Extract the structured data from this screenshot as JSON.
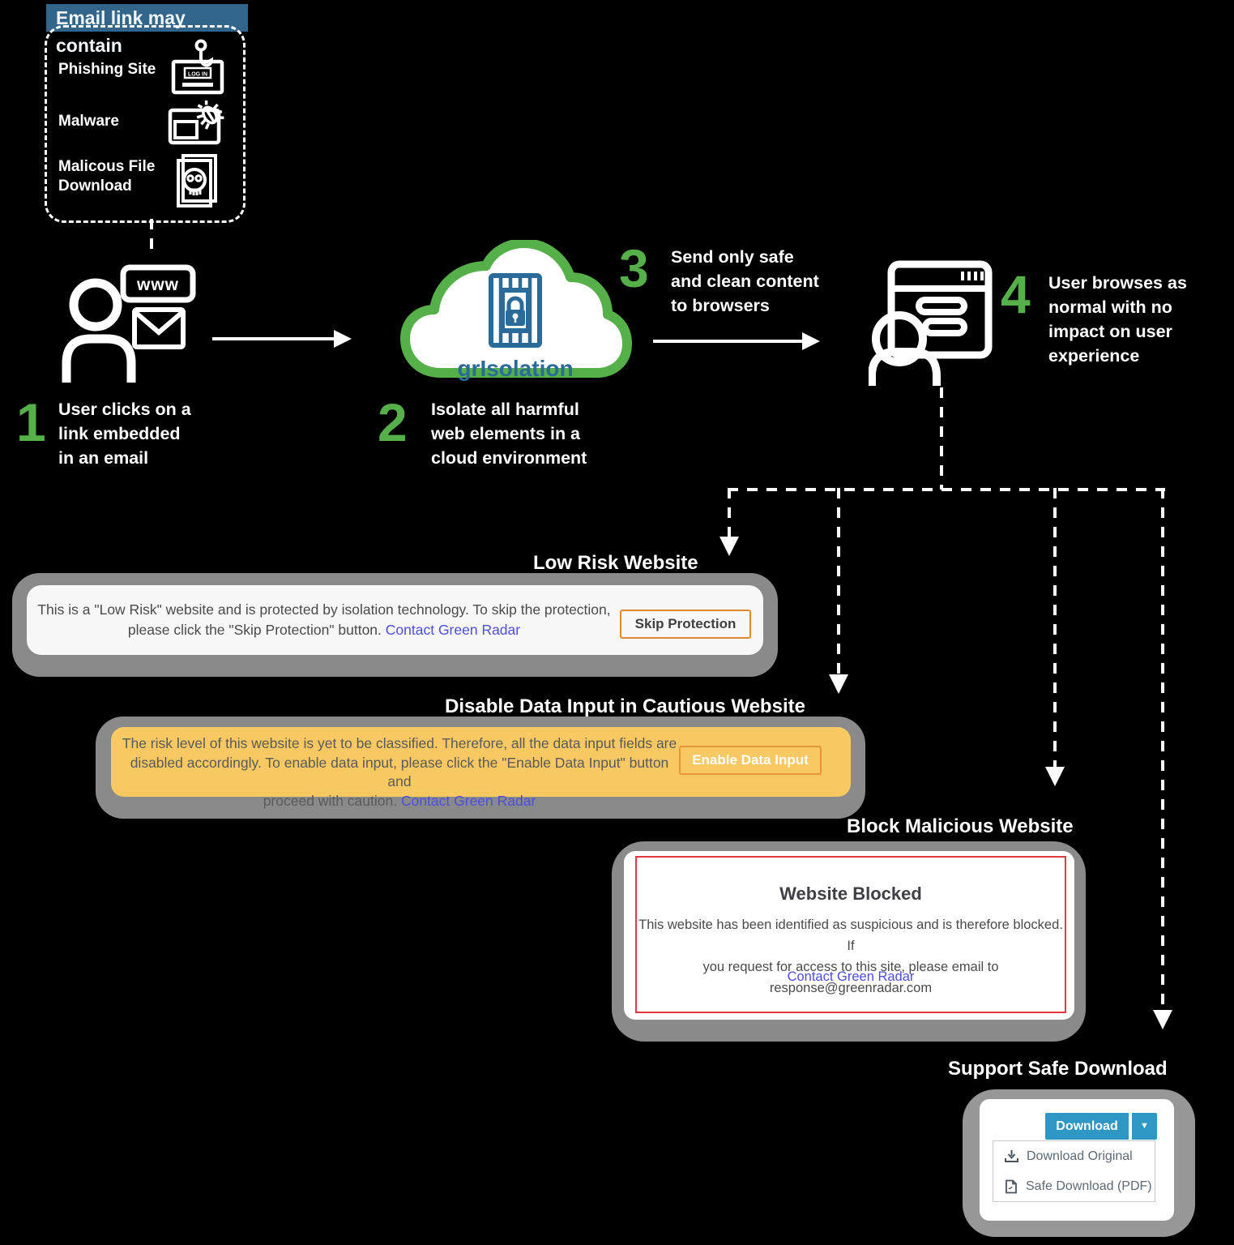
{
  "colors": {
    "background": "#000000",
    "green_accent": "#56b04a",
    "steel_blue_header": "#31658a",
    "logo_blue": "#2a6b99",
    "gray_frame": "#8a8a8a",
    "off_white_panel": "#f7f7f7",
    "cautious_yellow": "#f8c862",
    "orange_button_border": "#dd8a2e",
    "link_blue": "#4d4de0",
    "blocked_red": "#e23b3b",
    "download_blue": "#2f97c3"
  },
  "legend": {
    "title": "Email link may contain",
    "phishing_button_text": "LOG IN",
    "items": [
      {
        "label": "Phishing Site",
        "icon": "phishing-login-icon"
      },
      {
        "label": "Malware",
        "icon": "malware-bug-icon"
      },
      {
        "label": "Malicous File\nDownload",
        "icon": "skull-file-icon"
      }
    ]
  },
  "icons": {
    "www_label": "www"
  },
  "cloud": {
    "brand": "grIsolation"
  },
  "steps": [
    {
      "num": "1",
      "text": "User clicks on a\nlink embedded\nin an email"
    },
    {
      "num": "2",
      "text": "Isolate all harmful\nweb elements in a\ncloud environment"
    },
    {
      "num": "3",
      "text": "Send only safe\nand clean content\nto browsers"
    },
    {
      "num": "4",
      "text": "User browses as\nnormal with no\nimpact on user\nexperience"
    }
  ],
  "outcomes": {
    "low_risk": {
      "label": "Low Risk Website",
      "message": "This is a \"Low Risk\" website and is protected by isolation technology. To skip the protection,\nplease click the \"Skip Protection\" button. ",
      "link": "Contact Green Radar",
      "button": "Skip Protection"
    },
    "cautious": {
      "label": "Disable Data Input in Cautious Website",
      "message": "The risk level of this website is yet to be classified. Therefore, all the data input fields are\ndisabled accordingly. To enable data input, please click the \"Enable Data Input\" button and\nproceed with caution. ",
      "link": "Contact Green Radar",
      "button": "Enable Data Input"
    },
    "blocked": {
      "label": "Block Malicious Website",
      "heading": "Website Blocked",
      "body": "This website has been identified as suspicious and is therefore blocked. If\nyou request for access to this site, please email to\nresponse@greenradar.com",
      "link": "Contact Green Radar"
    },
    "download": {
      "label": "Support Safe Download",
      "button": "Download",
      "caret": "▼",
      "menu": [
        {
          "icon": "download-icon",
          "label": "Download Original"
        },
        {
          "icon": "pdf-file-icon",
          "label": "Safe Download (PDF)"
        }
      ]
    }
  }
}
